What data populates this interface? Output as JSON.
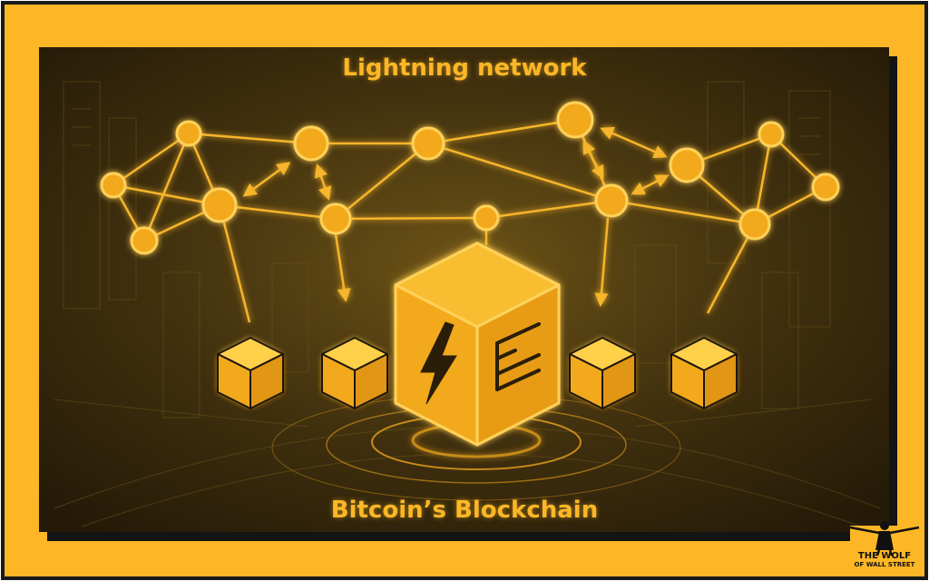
{
  "header": {
    "title": "Lightning network"
  },
  "footer": {
    "title": "Bitcoin’s Blockchain"
  },
  "brand": {
    "line1": "THE WOLF",
    "line2": "OF WALL STREET"
  },
  "colors": {
    "frame": "#fdb726",
    "border": "#1a1a1a",
    "panel": "#3a2b10",
    "glow": "#ffc93a",
    "node": "#f3a91e"
  },
  "icons": [
    "lightning-bolt-icon",
    "server-lines-icon",
    "cube-icon",
    "bidirectional-arrow-icon"
  ]
}
